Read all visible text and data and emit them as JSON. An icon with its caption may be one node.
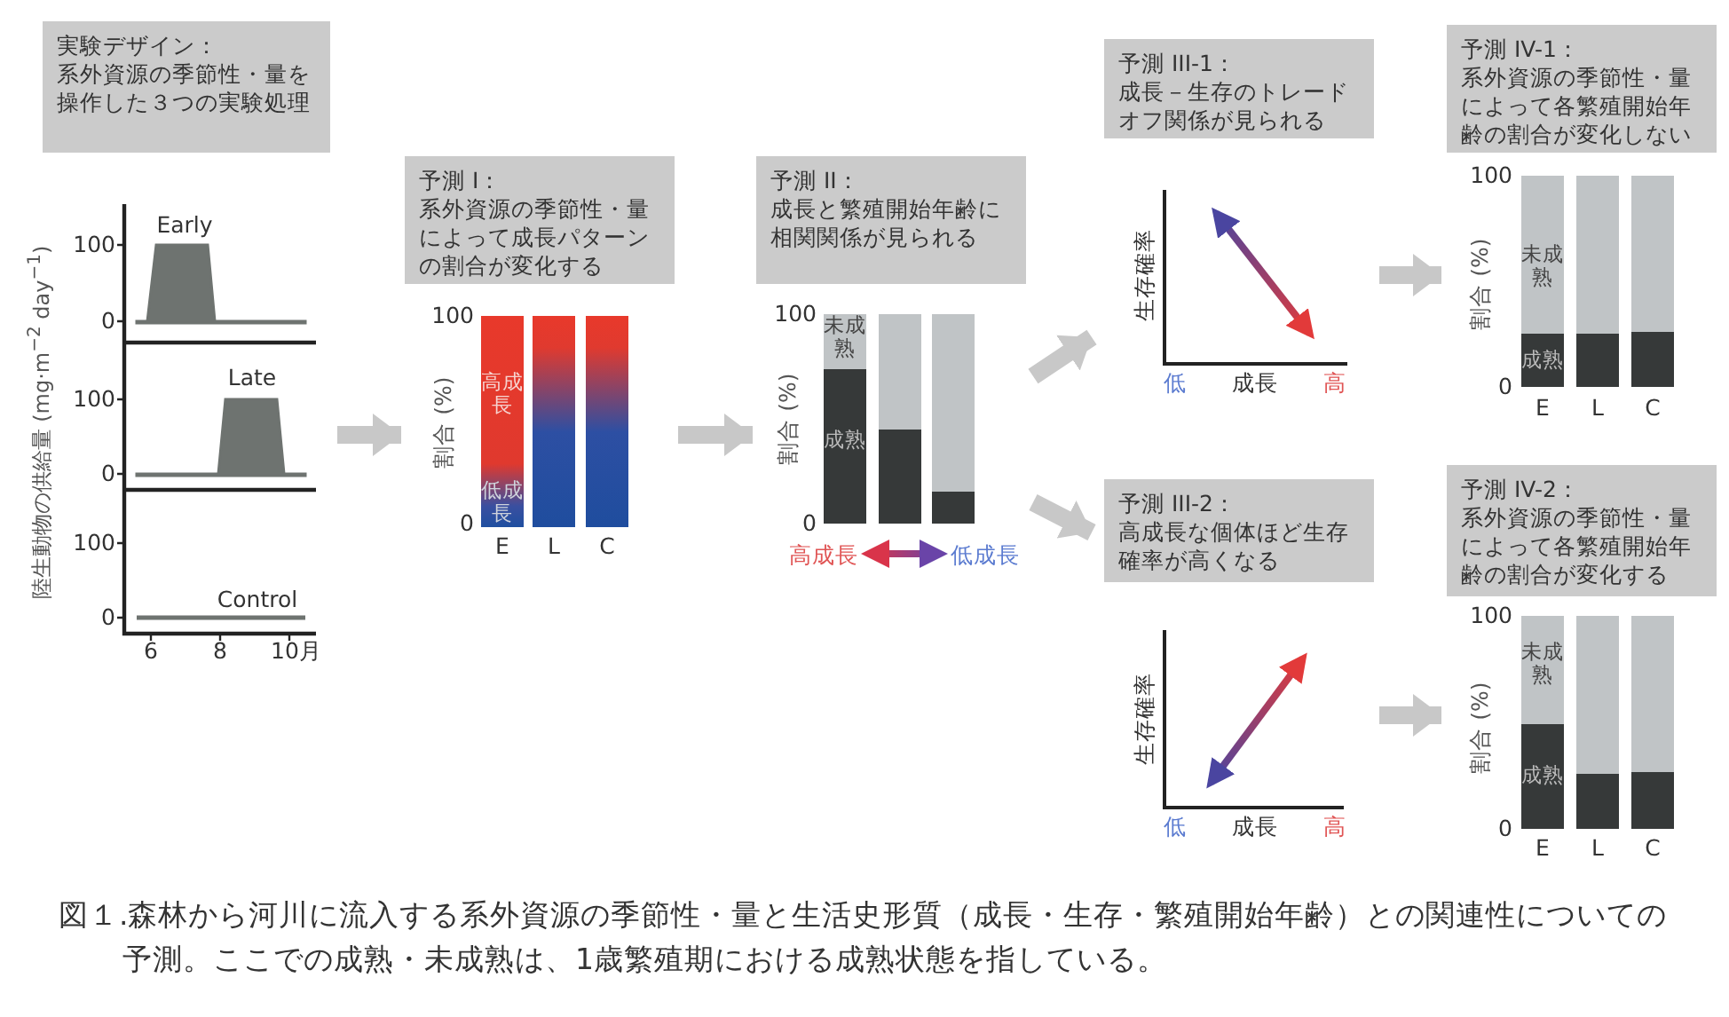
{
  "diagram": {
    "nodes": [
      {
        "text": [
          "実験デザイン：",
          "系外資源の季節性・量を操作した３つの実験処理"
        ]
      },
      {
        "text": [
          "予測 I：",
          "系外資源の季節性・量によって成長パターンの割合が変化する"
        ]
      },
      {
        "text": [
          "予測 II：",
          "成長と繁殖開始年齢に相関関係が見られる"
        ]
      },
      {
        "text": [
          "予測 III-1：",
          "成長－生存のトレードオフ関係が見られる"
        ]
      },
      {
        "text": [
          "予測 III-2：",
          "高成長な個体ほど生存確率が高くなる"
        ]
      },
      {
        "text": [
          "予測 IV-1：",
          "系外資源の季節性・量によって各繁殖開始年齢の割合が変化しない"
        ]
      },
      {
        "text": [
          "予測 IV-2：",
          "系外資源の季節性・量によって各繁殖開始年齢の割合が変化する"
        ]
      }
    ],
    "edges": [
      {
        "from": 0,
        "to": 1,
        "arrow": "to"
      },
      {
        "from": 1,
        "to": 2,
        "arrow": "to"
      },
      {
        "from": 2,
        "to": 3,
        "arrow": "to"
      },
      {
        "from": 2,
        "to": 4,
        "arrow": "to"
      },
      {
        "from": 3,
        "to": 5,
        "arrow": "to"
      },
      {
        "from": 4,
        "to": 6,
        "arrow": "to"
      }
    ],
    "labels": [
      "Early",
      "100",
      "0",
      "Late",
      "100",
      "0",
      "100",
      "Control",
      "0",
      "陸生動物の供給量 (mg·m$^{−2}$ day$^{−1}$)",
      "6",
      "8",
      "10月",
      "100",
      "割合 (%)",
      "高成長",
      "低成長",
      "0",
      "E",
      "L",
      "C",
      "100",
      "未成熟",
      "割合 (%)",
      "成熟",
      "0",
      "高成長",
      "低成長",
      "生存確率",
      "低",
      "成長",
      "高",
      "100",
      "未成熟",
      "割合 (%)",
      "成熟",
      "0",
      "E",
      "L",
      "C",
      "生存確率",
      "低",
      "成長",
      "高",
      "100",
      "未成熟",
      "割合 (%)",
      "成熟",
      "0",
      "E",
      "L",
      "C"
    ],
    "caption": "図１.森林から河川に流入する系外資源の季節性・量と生活史形質（成長・生存・繁殖開始年齢）との関連性についての予測。ここでの成熟・未成熟は、1歳繁殖期における成熟状態を指している。"
  }
}
